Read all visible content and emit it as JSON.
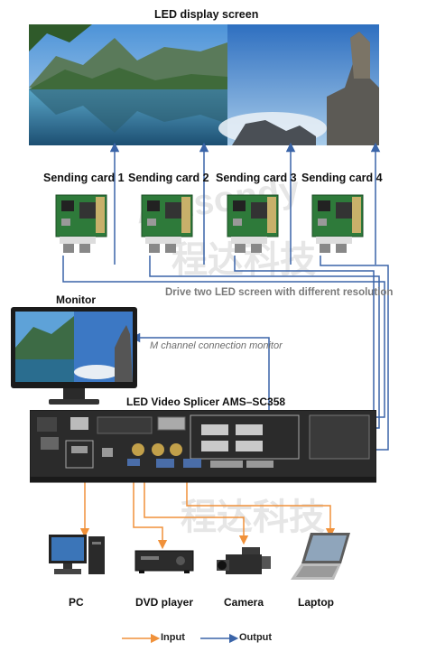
{
  "title": "LED display screen",
  "sending_cards": [
    "Sending card 1",
    "Sending card 2",
    "Sending card 3",
    "Sending card 4"
  ],
  "drive_note": "Drive two LED screen with different resolution",
  "monitor_label": "Monitor",
  "monitor_note": "M channel connection monitor",
  "device_label": "LED Video Splicer AMS–SC358",
  "sources": [
    "PC",
    "DVD player",
    "Camera",
    "Laptop"
  ],
  "legend": {
    "input": "Input",
    "output": "Output"
  },
  "colors": {
    "input": "#f0913a",
    "output": "#3a64a8"
  }
}
